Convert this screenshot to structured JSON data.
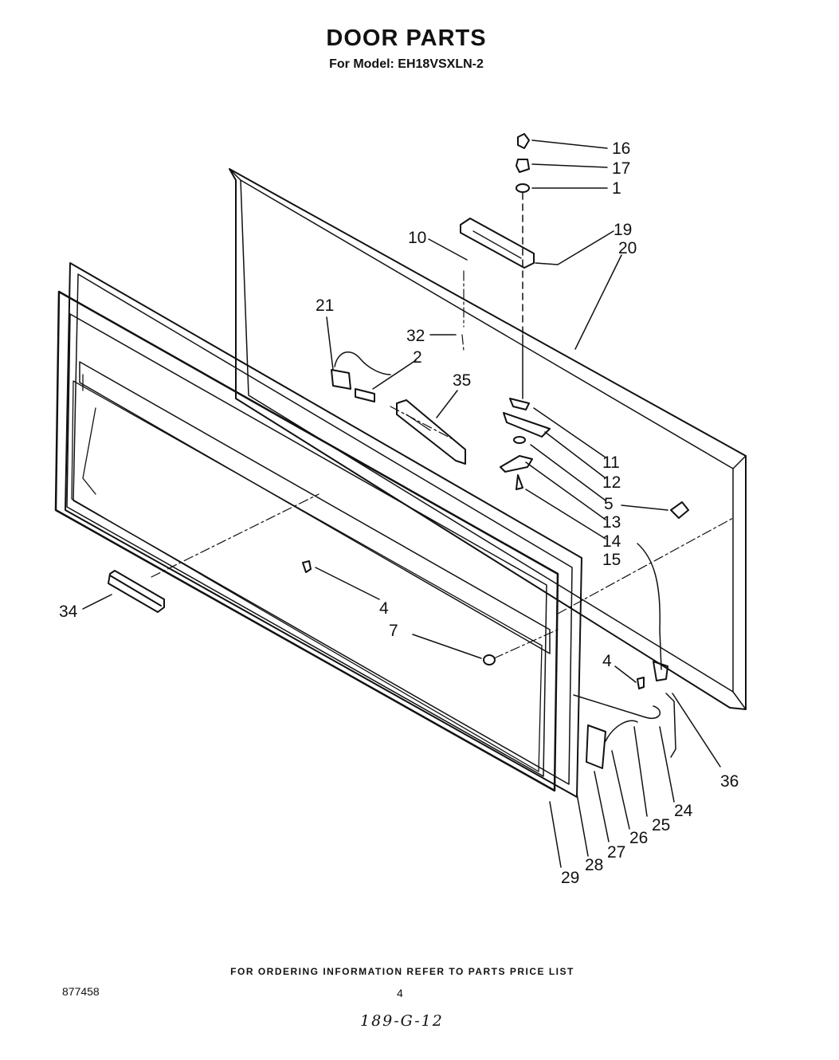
{
  "header": {
    "title": "DOOR PARTS",
    "subtitle": "For Model: EH18VSXLN-2"
  },
  "callouts": {
    "c16": "16",
    "c17": "17",
    "c1": "1",
    "c19": "19",
    "c20": "20",
    "c10": "10",
    "c21": "21",
    "c32": "32",
    "c2": "2",
    "c35": "35",
    "c11": "11",
    "c12": "12",
    "c5": "5",
    "c13": "13",
    "c14": "14",
    "c15": "15",
    "c34": "34",
    "c4a": "4",
    "c7": "7",
    "c4b": "4",
    "c36": "36",
    "c24": "24",
    "c25": "25",
    "c26": "26",
    "c27": "27",
    "c28": "28",
    "c29": "29"
  },
  "footer": {
    "note": "FOR ORDERING INFORMATION REFER TO PARTS PRICE LIST",
    "doc_number": "877458",
    "page_number": "4",
    "handwritten": "189-G-12"
  }
}
